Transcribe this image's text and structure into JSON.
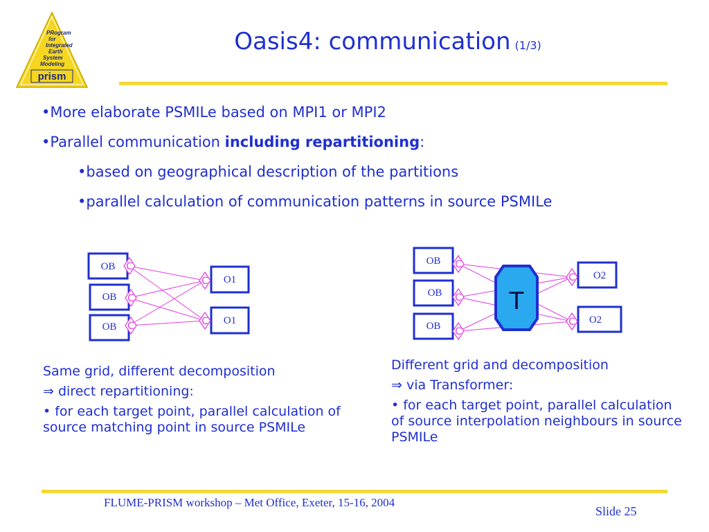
{
  "logo": {
    "lines": [
      "PRogram",
      "for",
      "Integrated",
      "Earth",
      "System",
      "Modeling"
    ],
    "name": "prism"
  },
  "title": {
    "main": "Oasis4: communication",
    "sub": "(1/3)"
  },
  "bullets": {
    "b1": "•More elaborate PSMILe based on MPI1 or MPI2",
    "b2_prefix": "•Parallel communication ",
    "b2_bold": "including repartitioning",
    "b2_suffix": ":",
    "b3": "•based on geographical description of the partitions",
    "b4": "•parallel calculation of communication patterns in source PSMILe"
  },
  "diagram_left": {
    "sources": [
      "OB",
      "OB",
      "OB"
    ],
    "targets": [
      "O1",
      "O1"
    ],
    "coupler": "C"
  },
  "diagram_right": {
    "sources": [
      "OB",
      "OB",
      "OB"
    ],
    "targets": [
      "O2",
      "O2"
    ],
    "coupler": "C",
    "transformer": "T"
  },
  "caption_left": {
    "line1": "Same grid, different decomposition",
    "line2": "⇒ direct repartitioning:",
    "line3": "• for each target point, parallel calculation of source matching point in source PSMILe"
  },
  "caption_right": {
    "line1": "Different grid and decomposition",
    "line2": "⇒ via Transformer:",
    "line3": "• for each target point, parallel calculation of source interpolation neighbours in source PSMILe"
  },
  "footer": {
    "text": "FLUME-PRISM workshop – Met Office, Exeter, 15-16, 2004",
    "slide": "Slide 25"
  },
  "colors": {
    "text_blue": "#1f2fd0",
    "box_border": "#1f2fd0",
    "connector": "#e23ce0",
    "transformer_fill": "#2aa8f0",
    "rule_yellow": "#f5d835",
    "logo_yellow": "#f6d61e"
  }
}
